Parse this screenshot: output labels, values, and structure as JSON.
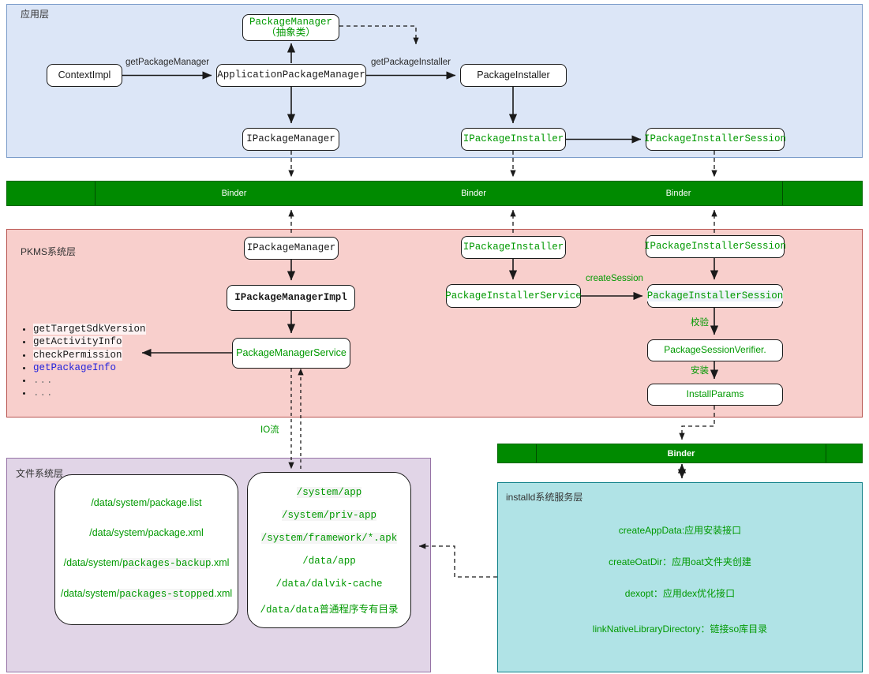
{
  "layers": {
    "app": {
      "label": "应用层"
    },
    "pkms": {
      "label": "PKMS系统层"
    },
    "fs": {
      "label": "文件系统层"
    },
    "installd": {
      "label": "installd系统服务层"
    }
  },
  "binder": {
    "label": "Binder"
  },
  "app_nodes": {
    "package_manager_l1": "PackageManager",
    "package_manager_l2": "（抽象类）",
    "context_impl": "ContextImpl",
    "application_package_manager": "ApplicationPackageManager",
    "package_installer": "PackageInstaller",
    "ipackage_manager": "IPackageManager",
    "ipackage_installer": "IPackageInstaller",
    "ipackage_installer_session": "IPackageInstallerSession"
  },
  "app_edges": {
    "get_package_manager": "getPackageManager",
    "get_package_installer": "getPackageInstaller"
  },
  "pkms_nodes": {
    "ipackage_manager": "IPackageManager",
    "ipackage_manager_impl": "IPackageManagerImpl",
    "package_manager_service": "PackageManagerService",
    "ipackage_installer": "IPackageInstaller",
    "package_installer_service": "PackageInstallerService",
    "ipackage_installer_session": "IPackageInstallerSession",
    "package_installer_session": "PackageInstallerSession",
    "package_session_verifier": "PackageSessionVerifier.",
    "install_params": "InstallParams"
  },
  "pkms_edges": {
    "create_session": "createSession",
    "verify": "校验",
    "install": "安装",
    "io_stream": "IO流"
  },
  "pms_methods": [
    {
      "text": "getTargetSdkVersion",
      "style": "plain"
    },
    {
      "text": "getActivityInfo",
      "style": "plain"
    },
    {
      "text": "checkPermission",
      "style": "plain"
    },
    {
      "text": "getPackageInfo",
      "style": "blue"
    },
    {
      "text": "...",
      "style": "ellipsis"
    },
    {
      "text": "...",
      "style": "ellipsis"
    }
  ],
  "fs_box_left": [
    [
      {
        "t": "/data/system/package.list",
        "f": "sans",
        "hl": false
      }
    ],
    [
      {
        "t": "/data/system/package.xml",
        "f": "sans",
        "hl": false
      }
    ],
    [
      {
        "t": "/data/system/",
        "f": "sans",
        "hl": false
      },
      {
        "t": "packages-backup",
        "f": "mono",
        "hl": true
      },
      {
        "t": ".xml",
        "f": "sans",
        "hl": false
      }
    ],
    [
      {
        "t": "/data/system/",
        "f": "sans",
        "hl": false
      },
      {
        "t": "packages-stopped",
        "f": "mono",
        "hl": true
      },
      {
        "t": ".xml",
        "f": "sans",
        "hl": false
      }
    ]
  ],
  "fs_box_right": [
    [
      {
        "t": "/system/app",
        "f": "mono",
        "hl": true
      }
    ],
    [
      {
        "t": "/system/priv-app",
        "f": "mono",
        "hl": true
      }
    ],
    [
      {
        "t": "/system/framework/*.apk",
        "f": "mono",
        "hl": true
      }
    ],
    [
      {
        "t": "/data/app",
        "f": "mono",
        "hl": false
      }
    ],
    [
      {
        "t": "/data/dalvik-cache",
        "f": "mono",
        "hl": false
      }
    ],
    [
      {
        "t": "/data/data",
        "f": "mono",
        "hl": false
      },
      {
        "t": "普通程序专有目录",
        "f": "sans",
        "hl": false
      }
    ]
  ],
  "installd_lines": [
    "createAppData:应用安装接口",
    "createOatDir：应用oat文件夹创建",
    "dexopt：应用dex优化接口",
    "linkNativeLibraryDirectory：链接so库目录"
  ],
  "colors": {
    "green_text": "#009900",
    "binder_green": "#008a00",
    "app_bg": "#dce6f7",
    "pkms_bg": "#f8cfcc",
    "fs_bg": "#e1d5e7",
    "installd_bg": "#b0e3e6",
    "blue_text": "#2222dd"
  }
}
